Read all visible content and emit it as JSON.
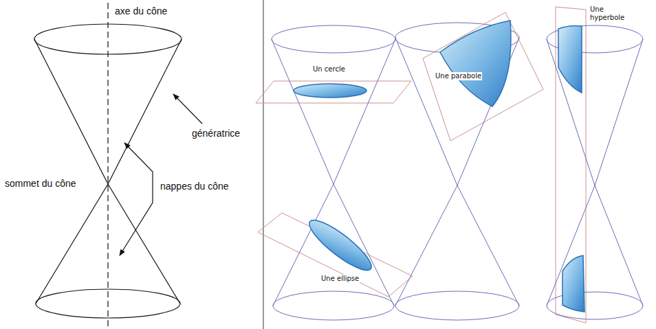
{
  "diagram": {
    "labels": [
      "axe du cône",
      "génératrice",
      "sommet du cône",
      "nappes du cône",
      "Un cercle",
      "Une ellipse",
      "Une parabole",
      "Une hyperbole"
    ]
  }
}
